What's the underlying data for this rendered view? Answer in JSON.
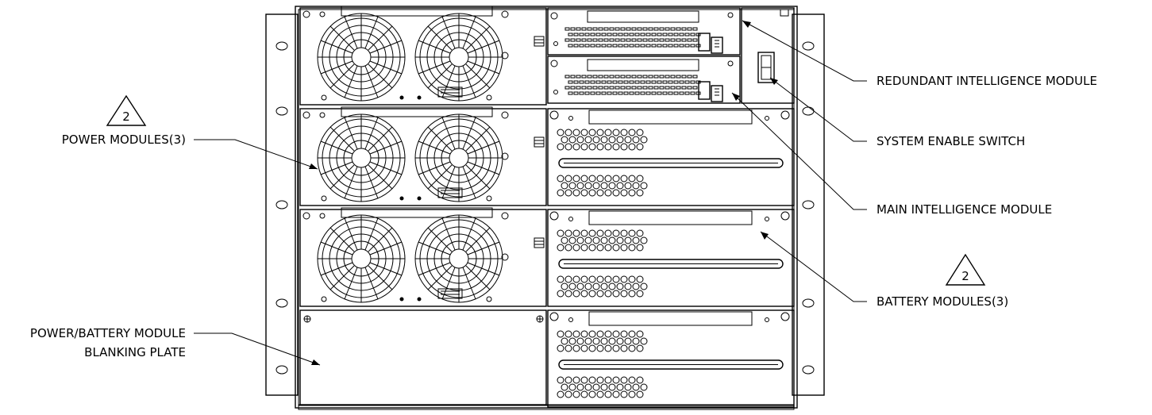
{
  "labels": {
    "redundant_im": "REDUNDANT INTELLIGENCE MODULE",
    "system_enable": "SYSTEM ENABLE SWITCH",
    "main_im": "MAIN INTELLIGENCE MODULE",
    "battery_modules": "BATTERY MODULES(3)",
    "power_modules": "POWER MODULES(3)",
    "blank_line1": "POWER/BATTERY MODULE",
    "blank_line2": "BLANKING PLATE"
  },
  "notes": {
    "power_note": "2",
    "battery_note": "2"
  }
}
